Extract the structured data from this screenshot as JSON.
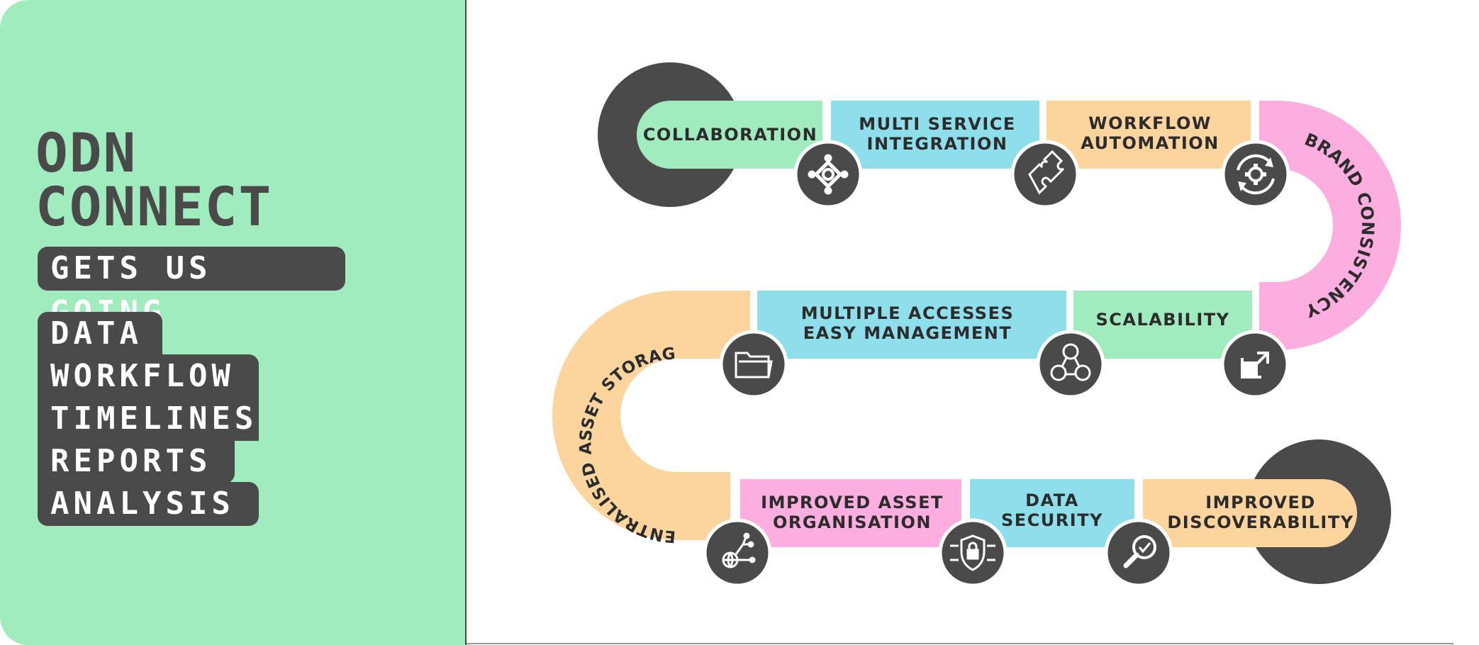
{
  "title": {
    "line1": "ODN",
    "line2": "CONNECT"
  },
  "tagline": "GETS US GOING",
  "features": [
    "DATA",
    "WORKFLOW",
    "TIMELINES",
    "REPORTS",
    "ANALYSIS"
  ],
  "roadmap": [
    {
      "id": "collaboration",
      "lines": [
        "COLLABORATION"
      ],
      "color": "#a1ecbf",
      "icon": "collaboration-icon"
    },
    {
      "id": "multi-service-integration",
      "lines": [
        "MULTI SERVICE",
        "INTEGRATION"
      ],
      "color": "#8fdeec",
      "icon": "puzzle-icon"
    },
    {
      "id": "workflow-automation",
      "lines": [
        "WORKFLOW",
        "AUTOMATION"
      ],
      "color": "#fcd59e",
      "icon": "gear-cycle-icon"
    },
    {
      "id": "brand-consistency",
      "lines": [
        "BRAND CONSISTENCY"
      ],
      "color": "#fbaedf",
      "icon": ""
    },
    {
      "id": "scalability",
      "lines": [
        "SCALABILITY"
      ],
      "color": "#a1ecbf",
      "icon": "expand-icon"
    },
    {
      "id": "multiple-accesses",
      "lines": [
        "MULTIPLE ACCESSES",
        "EASY MANAGEMENT"
      ],
      "color": "#8fdeec",
      "icon": "users-network-icon"
    },
    {
      "id": "centralised-asset-storage",
      "lines": [
        "CENTRALISED ASSET STORAGE"
      ],
      "color": "#fcd59e",
      "icon": "folder-icon"
    },
    {
      "id": "improved-asset-organisation",
      "lines": [
        "IMPROVED ASSET",
        "ORGANISATION"
      ],
      "color": "#fbaedf",
      "icon": "network-globe-icon"
    },
    {
      "id": "data-security",
      "lines": [
        "DATA",
        "SECURITY"
      ],
      "color": "#8fdeec",
      "icon": "shield-lock-icon"
    },
    {
      "id": "improved-discoverability",
      "lines": [
        "IMPROVED",
        "DISCOVERABILITY"
      ],
      "color": "#fcd59e",
      "icon": "magnifier-check-icon"
    }
  ],
  "colors": {
    "panel": "#a1ecbf",
    "dark": "#4a4a4a",
    "node": "#4a4a4a"
  }
}
